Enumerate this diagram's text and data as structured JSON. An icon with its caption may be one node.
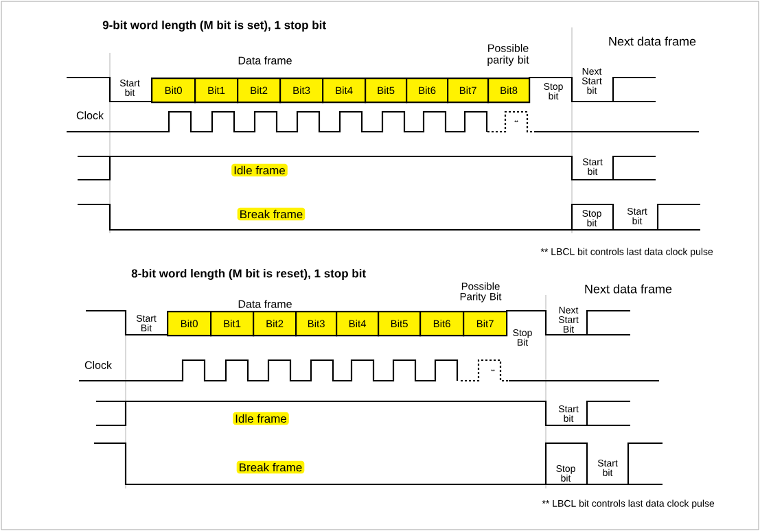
{
  "diagram": {
    "nodes": [
      {
        "text": [
          "Bit0"
        ]
      },
      {
        "text": [
          "Bit1"
        ]
      },
      {
        "text": [
          "Bit2"
        ]
      },
      {
        "text": [
          "Bit3"
        ]
      },
      {
        "text": [
          "Bit4"
        ]
      },
      {
        "text": [
          "Bit5"
        ]
      },
      {
        "text": [
          "Bit6"
        ]
      },
      {
        "text": [
          "Bit7"
        ]
      },
      {
        "text": [
          "Bit8"
        ]
      },
      {
        "text": [
          "Bit0"
        ]
      },
      {
        "text": [
          "Bit1"
        ]
      },
      {
        "text": [
          "Bit2"
        ]
      },
      {
        "text": [
          "Bit3"
        ]
      },
      {
        "text": [
          "Bit4"
        ]
      },
      {
        "text": [
          "Bit5"
        ]
      },
      {
        "text": [
          "Bit6"
        ]
      },
      {
        "text": [
          "Bit7"
        ]
      }
    ],
    "labels": [
      "9-bit word length (M bit is set), 1 stop bit",
      "Data frame",
      "Possible parity bit",
      "Next data frame",
      "Start bit",
      "Stop bit",
      "Next Start bit",
      "Clock",
      "**",
      "Idle frame",
      "Start bit",
      "Break frame",
      "Stop bit",
      "Start bit",
      "** LBCL bit controls last data clock pulse",
      "8-bit word length (M bit is reset), 1 stop bit",
      "Data frame",
      "Possible Parity Bit",
      "Next data frame",
      "Start Bit",
      "Stop Bit",
      "Next Start Bit",
      "Clock",
      "**",
      "Idle frame",
      "Start bit",
      "Break frame",
      "Stop bit",
      "Start bit",
      "** LBCL bit controls last data clock pulse"
    ]
  }
}
